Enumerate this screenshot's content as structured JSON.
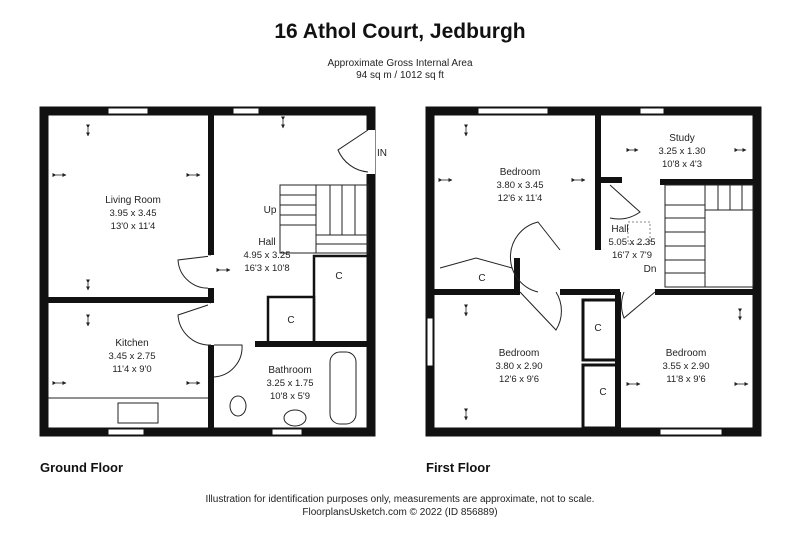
{
  "header": {
    "title": "16 Athol Court, Jedburgh",
    "area_label": "Approximate Gross Internal Area",
    "area_value": "94 sq m / 1012 sq ft"
  },
  "ground": {
    "label": "Ground Floor",
    "living": {
      "name": "Living Room",
      "m": "3.95 x 3.45",
      "ft": "13'0 x 11'4"
    },
    "hall": {
      "name": "Hall",
      "m": "4.95 x 3.25",
      "ft": "16'3 x 10'8"
    },
    "kitchen": {
      "name": "Kitchen",
      "m": "3.45 x 2.75",
      "ft": "11'4 x 9'0"
    },
    "bathroom": {
      "name": "Bathroom",
      "m": "3.25 x 1.75",
      "ft": "10'8 x 5'9"
    },
    "up": "Up",
    "in": "IN",
    "c1": "C",
    "c2": "C"
  },
  "first": {
    "label": "First Floor",
    "bed1": {
      "name": "Bedroom",
      "m": "3.80 x 3.45",
      "ft": "12'6 x 11'4"
    },
    "study": {
      "name": "Study",
      "m": "3.25 x 1.30",
      "ft": "10'8 x 4'3"
    },
    "hall": {
      "name": "Hall",
      "m": "5.05 x 2.35",
      "ft": "16'7 x 7'9"
    },
    "bed2": {
      "name": "Bedroom",
      "m": "3.80 x 2.90",
      "ft": "12'6 x 9'6"
    },
    "bed3": {
      "name": "Bedroom",
      "m": "3.55 x 2.90",
      "ft": "11'8 x 9'6"
    },
    "dn": "Dn",
    "c1": "C",
    "c2": "C",
    "c3": "C"
  },
  "footer": {
    "line1": "Illustration for identification purposes only, measurements are approximate, not to scale.",
    "line2": "FloorplansUsketch.com © 2022 (ID 856889)"
  },
  "colors": {
    "wall": "#111111",
    "window": "#ffffff",
    "text": "#222222"
  }
}
